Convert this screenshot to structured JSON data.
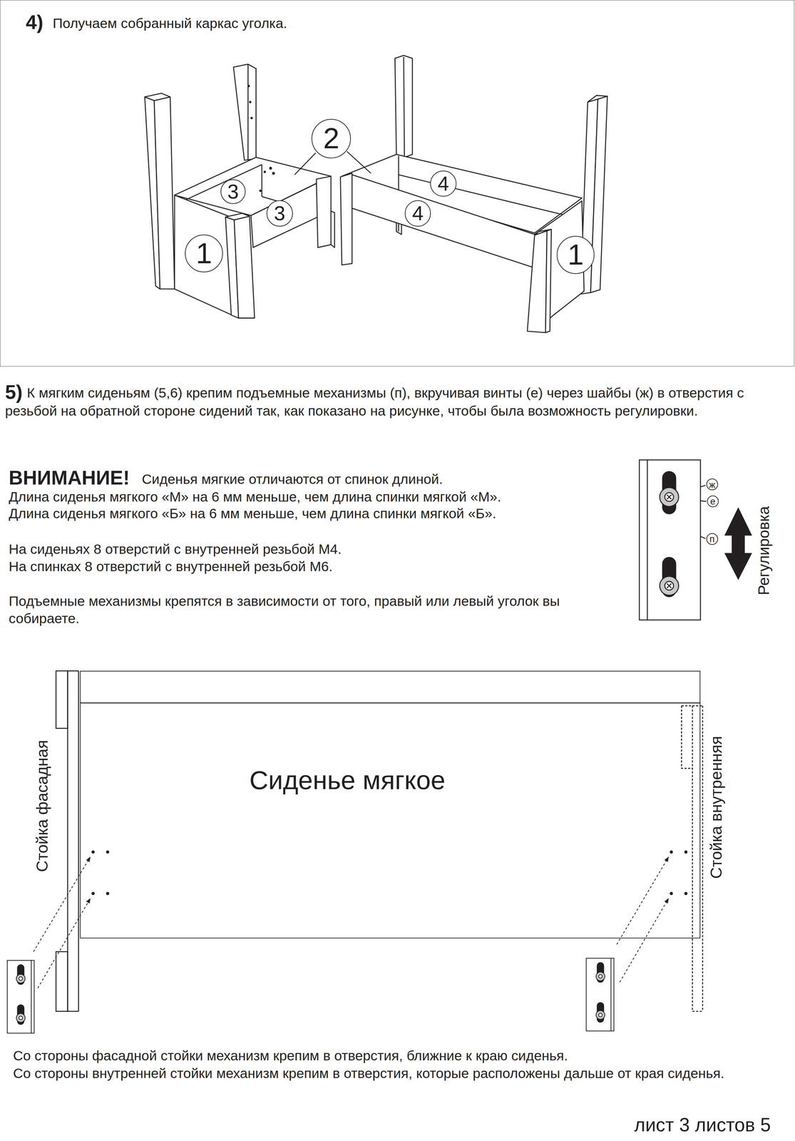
{
  "diagram": {
    "nodes": [
      {
        "text": [
          "4)",
          "Получаем собранный каркас уголка."
        ]
      },
      {
        "text": [
          "2"
        ],
        "in": 0
      },
      {
        "text": [
          "3"
        ],
        "in": 0
      },
      {
        "text": [
          "3"
        ],
        "in": 0
      },
      {
        "text": [
          "4"
        ],
        "in": 0
      },
      {
        "text": [
          "4"
        ],
        "in": 0
      },
      {
        "text": [
          "1"
        ],
        "in": 0
      },
      {
        "text": [
          "1"
        ],
        "in": 0
      },
      {
        "text": [
          "ж"
        ]
      },
      {
        "text": [
          "е"
        ]
      },
      {
        "text": [
          "п"
        ]
      },
      {
        "text": [
          "Сиденье мягкое"
        ]
      }
    ],
    "labels": [
      "5)",
      "К мягким сиденьям (5,6) крепим подъемные механизмы (п), вкручивая винты (е) через шайбы (ж) в отверстия с резьбой на обратной стороне сидений так, как показано на рисунке, чтобы была возможность регулировки.",
      "ВНИМАНИЕ!",
      "Сиденья мягкие отличаются от спинок длиной.",
      "Длина сиденья мягкого «М» на 6 мм меньше, чем длина спинки мягкой «М».",
      "Длина сиденья мягкого «Б» на 6 мм меньше, чем длина спинки мягкой «Б».",
      "На сиденьях 8 отверстий с внутренней резьбой М4.",
      "На спинках 8 отверстий с внутренней резьбой М6.",
      "Подъемные механизмы крепятся в зависимости от того, правый или левый уголок вы собираете.",
      "Регулировка",
      "Стойка фасадная",
      "Стойка внутренняя",
      "Со стороны фасадной стойки механизм крепим в отверстия, ближние к краю сиденья.",
      "Со стороны внутренней стойки механизм крепим в отверстия, которые расположены дальше от края сиденья.",
      "лист 3 листов 5"
    ]
  }
}
